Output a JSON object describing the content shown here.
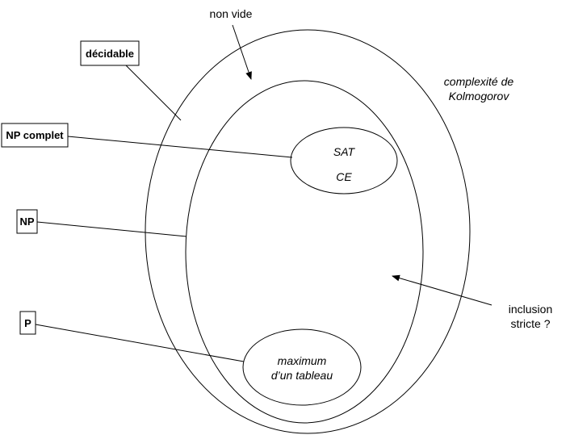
{
  "labels": {
    "non_vide": "non vide",
    "decidable": "décidable",
    "np_complet": "NP complet",
    "np": "NP",
    "p": "P",
    "kolmogorov_line1": "complexité de",
    "kolmogorov_line2": "Kolmogorov",
    "inclusion_line1": "inclusion",
    "inclusion_line2": "stricte ?",
    "sat": "SAT",
    "ce": "CE",
    "maximum_line1": "maximum",
    "maximum_line2": "d’un tableau"
  },
  "colors": {
    "stroke": "#000000",
    "background": "#ffffff"
  }
}
